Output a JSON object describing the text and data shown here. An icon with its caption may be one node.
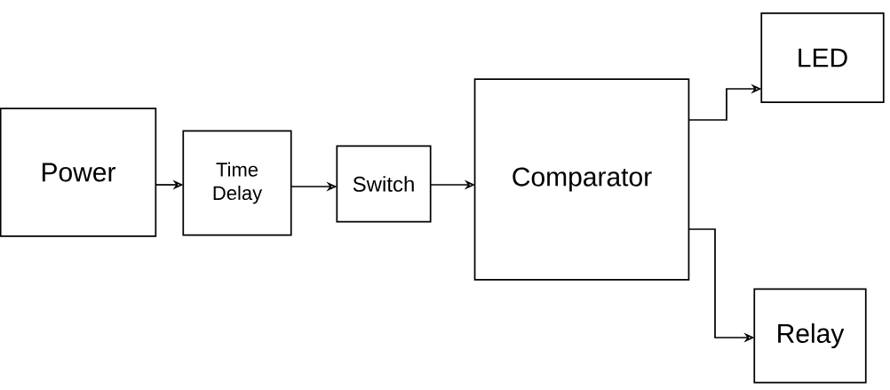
{
  "diagram": {
    "nodes": [
      {
        "text": [
          "Power"
        ]
      },
      {
        "text": [
          "Time Delay"
        ]
      },
      {
        "text": [
          "Switch"
        ]
      },
      {
        "text": [
          "Comparator"
        ]
      },
      {
        "text": [
          "LED"
        ]
      },
      {
        "text": [
          "Relay"
        ]
      }
    ],
    "edges": [
      {
        "from": 0,
        "to": 1,
        "arrow": "to"
      },
      {
        "from": 1,
        "to": 2,
        "arrow": "to"
      },
      {
        "from": 2,
        "to": 3,
        "arrow": "to"
      },
      {
        "from": 3,
        "to": 4,
        "arrow": "to"
      },
      {
        "from": 3,
        "to": 5,
        "arrow": "to"
      }
    ]
  }
}
